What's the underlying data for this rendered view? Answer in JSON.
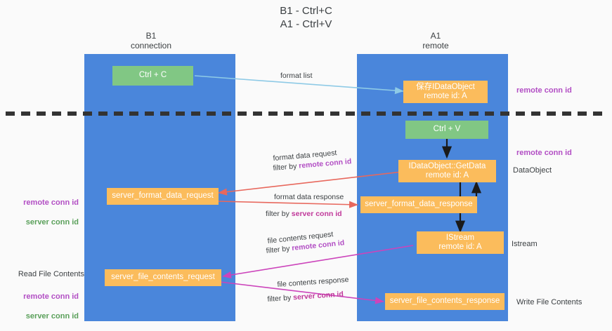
{
  "title": "B1 - Ctrl+C\nA1 - Ctrl+V",
  "lanes": [
    {
      "id": "b1",
      "header": "B1\nconnection",
      "color": "#4a86db"
    },
    {
      "id": "a1",
      "header": "A1\nremote",
      "color": "#4a86db"
    }
  ],
  "nodes": [
    {
      "id": "ctrl-c",
      "label": "Ctrl + C",
      "color": "#81c784"
    },
    {
      "id": "idataobject-save",
      "label": "保存IDataObject\nremote id: A",
      "color": "#fbbc5c"
    },
    {
      "id": "ctrl-v",
      "label": "Ctrl + V",
      "color": "#81c784"
    },
    {
      "id": "getdata",
      "label": "IDataObject::GetData\nremote id: A",
      "color": "#fbbc5c"
    },
    {
      "id": "server-format-data-request",
      "label": "server_format_data_request",
      "color": "#fbbc5c"
    },
    {
      "id": "server-format-data-response",
      "label": "server_format_data_response",
      "color": "#fbbc5c"
    },
    {
      "id": "istream",
      "label": "IStream\nremote id: A",
      "color": "#fbbc5c"
    },
    {
      "id": "server-file-contents-request",
      "label": "server_file_contents_request",
      "color": "#fbbc5c"
    },
    {
      "id": "server-file-contents-response",
      "label": "server_file_contents_response",
      "color": "#fbbc5c"
    }
  ],
  "edges": [
    {
      "id": "format-list",
      "label": "format list",
      "filter": "",
      "filter_prefix": "",
      "color": "#8ecae6"
    },
    {
      "id": "format-data-request",
      "label": "format data request",
      "filter": "remote conn id",
      "filter_prefix": "filter by ",
      "color": "#e8685d"
    },
    {
      "id": "format-data-response",
      "label": "format data response",
      "filter": "server conn id",
      "filter_prefix": "filter by ",
      "color": "#e8685d"
    },
    {
      "id": "file-contents-request",
      "label": "file contents request",
      "filter": "remote conn id",
      "filter_prefix": "filter by ",
      "color": "#cc44bb"
    },
    {
      "id": "file-contents-response",
      "label": "file contents response",
      "filter": "server conn id",
      "filter_prefix": "filter by ",
      "color": "#cc44bb"
    }
  ],
  "side_labels": {
    "remote_conn_id_top": "remote conn id",
    "remote_conn_id_mid": "remote conn id",
    "dataobject": "DataObject",
    "istream": "Istream",
    "write_file_contents": "Write File Contents",
    "read_file_contents": "Read File Contents"
  },
  "keys": {
    "left_mid_remote": "remote conn id",
    "left_mid_server": "server conn id",
    "left_bottom_remote": "remote conn id",
    "left_bottom_server": "server conn id"
  },
  "colors": {
    "lane": "#4a86db",
    "orange": "#fbbc5c",
    "green": "#81c784",
    "divider": "#333333",
    "red_arrow": "#e8685d",
    "magenta_arrow": "#cc44bb",
    "blue_arrow": "#8ecae6",
    "purple_text": "#b24ec4",
    "green_text": "#5aa05a"
  }
}
